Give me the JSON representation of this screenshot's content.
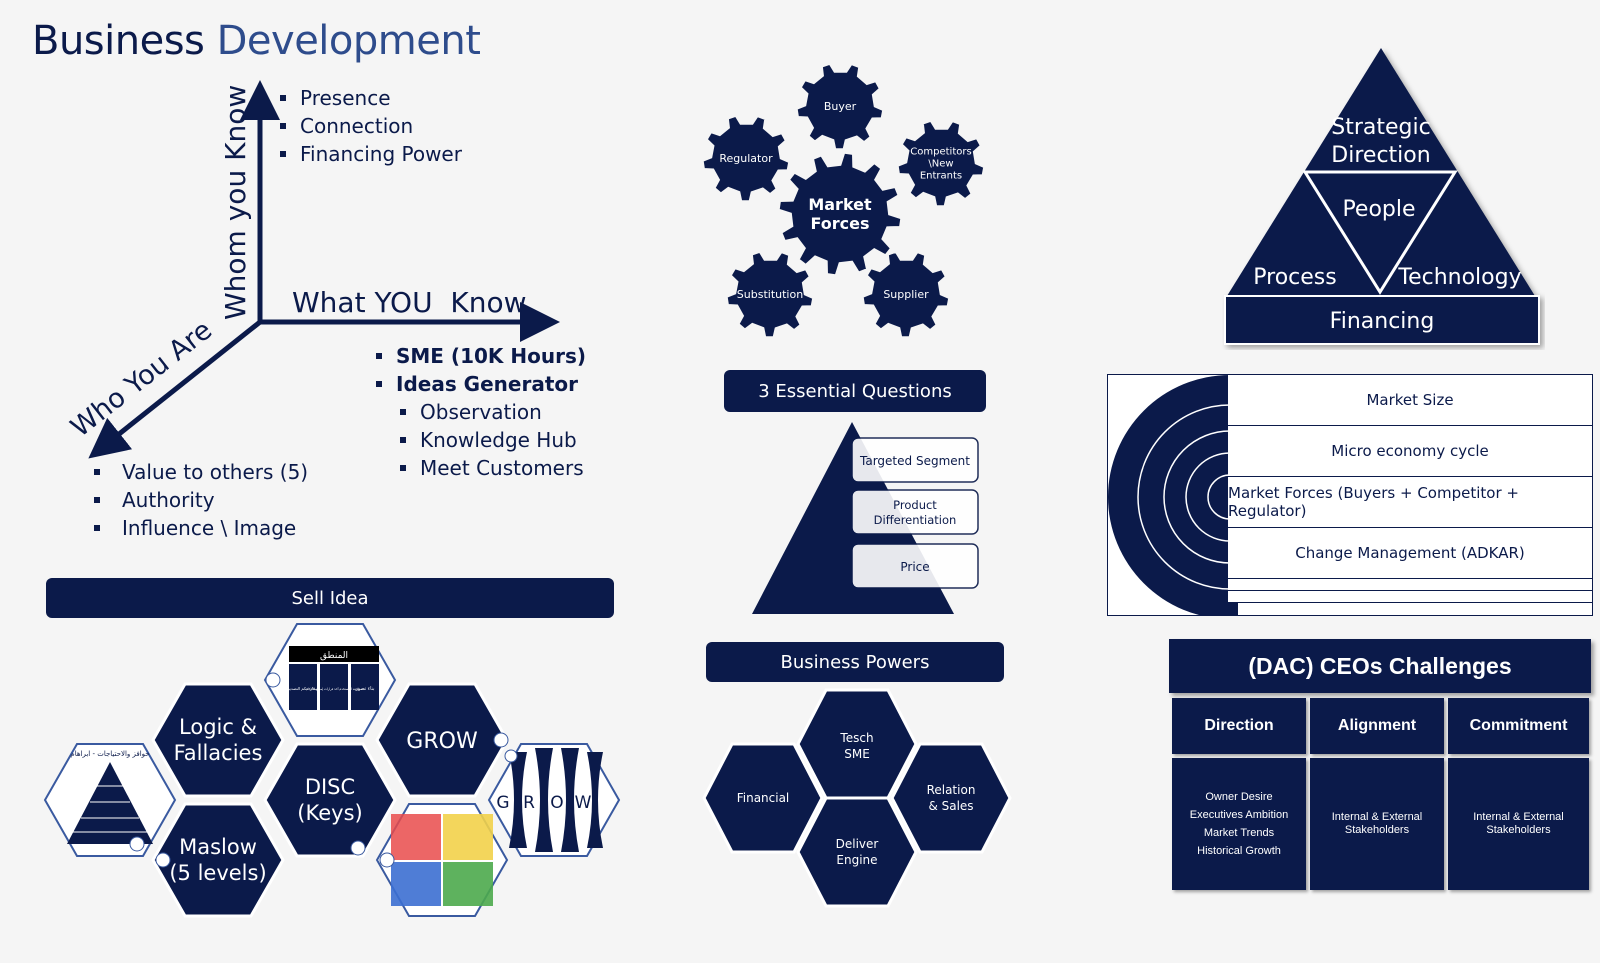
{
  "title": {
    "part1": "Business",
    "part2": "Development"
  },
  "axes": {
    "up_label": "Whom you Know",
    "right_label": "What YOU  Know",
    "diag_label": "Who You Are",
    "up_items": [
      "Presence",
      "Connection",
      "Financing Power"
    ],
    "right_items": [
      {
        "text": "SME (10K Hours)",
        "bold": true,
        "sub": false
      },
      {
        "text": "Ideas Generator",
        "bold": true,
        "sub": false
      },
      {
        "text": "Observation",
        "bold": false,
        "sub": true
      },
      {
        "text": "Knowledge Hub",
        "bold": false,
        "sub": true
      },
      {
        "text": "Meet Customers",
        "bold": false,
        "sub": true
      }
    ],
    "diag_items": [
      "Value to others (5)",
      "Authority",
      "Influence \\ Image"
    ]
  },
  "sell_idea": {
    "title": "Sell Idea",
    "hexes": {
      "logic": "Logic &\nFallacies",
      "grow": "GROW",
      "disc": "DISC\n(Keys)",
      "maslow": "Maslow\n(5 levels)",
      "grow_letters": [
        "G",
        "R",
        "O",
        "W"
      ]
    },
    "thumb_logic_header": "المنطق",
    "thumb_logic_cols": [
      "بناء تصور",
      "مراجعة المستخدم أخذ قرارات إصدار الأحكام",
      "إصدار حكم التصديق"
    ],
    "thumb_maslow_header": "حوافز والاحتياجات - ابراهام"
  },
  "market_forces": {
    "center": "Market\nForces",
    "gears": [
      "Buyer",
      "Competitors\n\\New\nEntrants",
      "Supplier",
      "Substitution",
      "Regulator"
    ]
  },
  "essential_questions": {
    "title": "3 Essential Questions",
    "items": [
      "Targeted Segment",
      "Product\nDifferentiation",
      "Price"
    ]
  },
  "business_powers": {
    "title": "Business Powers",
    "hexes": [
      "Tesch\nSME",
      "Financial",
      "Relation\n& Sales",
      "Deliver\nEngine"
    ]
  },
  "pyramid": {
    "top": "Strategic\nDirection",
    "middle": "People",
    "left": "Process",
    "right": "Technology",
    "base": "Financing"
  },
  "rings": {
    "rows": [
      "Market Size",
      "Micro economy cycle",
      "Market Forces (Buyers + Competitor + Regulator)",
      "Change Management (ADKAR)"
    ]
  },
  "dac": {
    "title": "(DAC) CEOs Challenges",
    "columns": [
      {
        "header": "Direction",
        "content": [
          "Owner Desire",
          "Executives Ambition",
          "Market Trends",
          "Historical Growth"
        ]
      },
      {
        "header": "Alignment",
        "content": [
          "Internal & External",
          "Stakeholders"
        ]
      },
      {
        "header": "Commitment",
        "content": [
          "Internal & External",
          "Stakeholders"
        ]
      }
    ]
  },
  "colors": {
    "navy": "#0b1a4a",
    "title_accent": "#2e4c8c",
    "background": "#f5f5f5",
    "hex_outline": "#3a5aa0"
  }
}
